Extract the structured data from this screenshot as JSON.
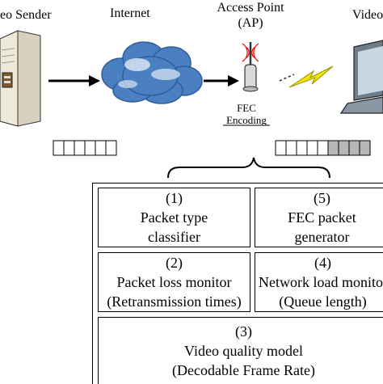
{
  "labels": {
    "sender": "eo Sender",
    "internet": "Internet",
    "ap_line1": "Access Point",
    "ap_line2": "(AP)",
    "receiver": "Video",
    "fec_line1": "FEC",
    "fec_line2": "Encoding"
  },
  "modules": {
    "m1": {
      "num": "(1)",
      "line1": "Packet type",
      "line2": "classifier"
    },
    "m5": {
      "num": "(5)",
      "line1": "FEC packet",
      "line2": "generator"
    },
    "m2": {
      "num": "(2)",
      "line1": "Packet loss monitor",
      "line2": "(Retransmission times)"
    },
    "m4": {
      "num": "(4)",
      "line1": "Network load monito",
      "line2": "(Queue length)"
    },
    "m3": {
      "num": "(3)",
      "line1": "Video quality model",
      "line2": "(Decodable Frame Rate)"
    }
  },
  "queues": {
    "left_cells": 6,
    "right_cells": 9,
    "right_shaded_from": 5
  },
  "colors": {
    "cloud": "#4a7fc1",
    "lightning": "#f2e600",
    "queue_shade": "#b7b7b7",
    "server": "#e6dfcf"
  }
}
